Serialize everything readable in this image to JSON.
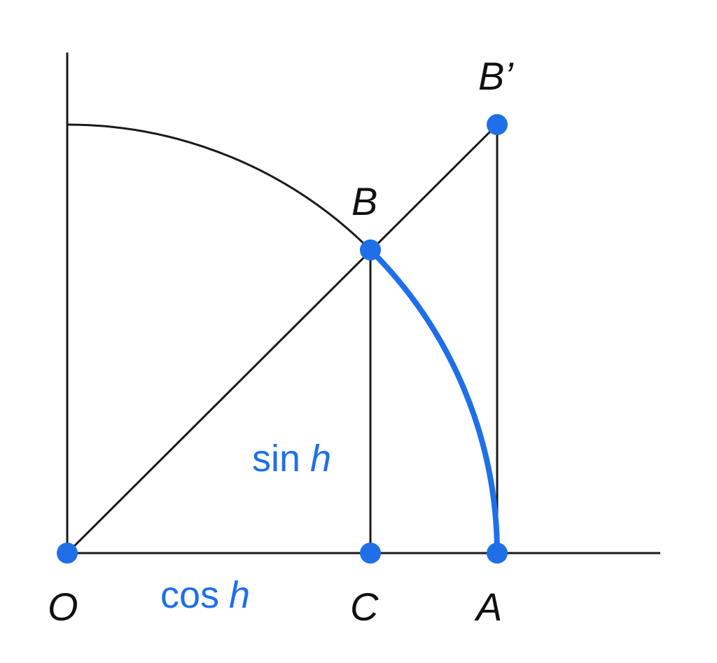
{
  "colors": {
    "line": "#1a1a1a",
    "accent": "#1f6fe8",
    "text": "#111111",
    "background": "#ffffff"
  },
  "points": {
    "O": "O",
    "A": "A",
    "B": "B",
    "B_prime": "B’",
    "C": "C"
  },
  "labels": {
    "sin_fn": "sin",
    "sin_var": "h",
    "cos_fn": "cos",
    "cos_var": "h"
  }
}
